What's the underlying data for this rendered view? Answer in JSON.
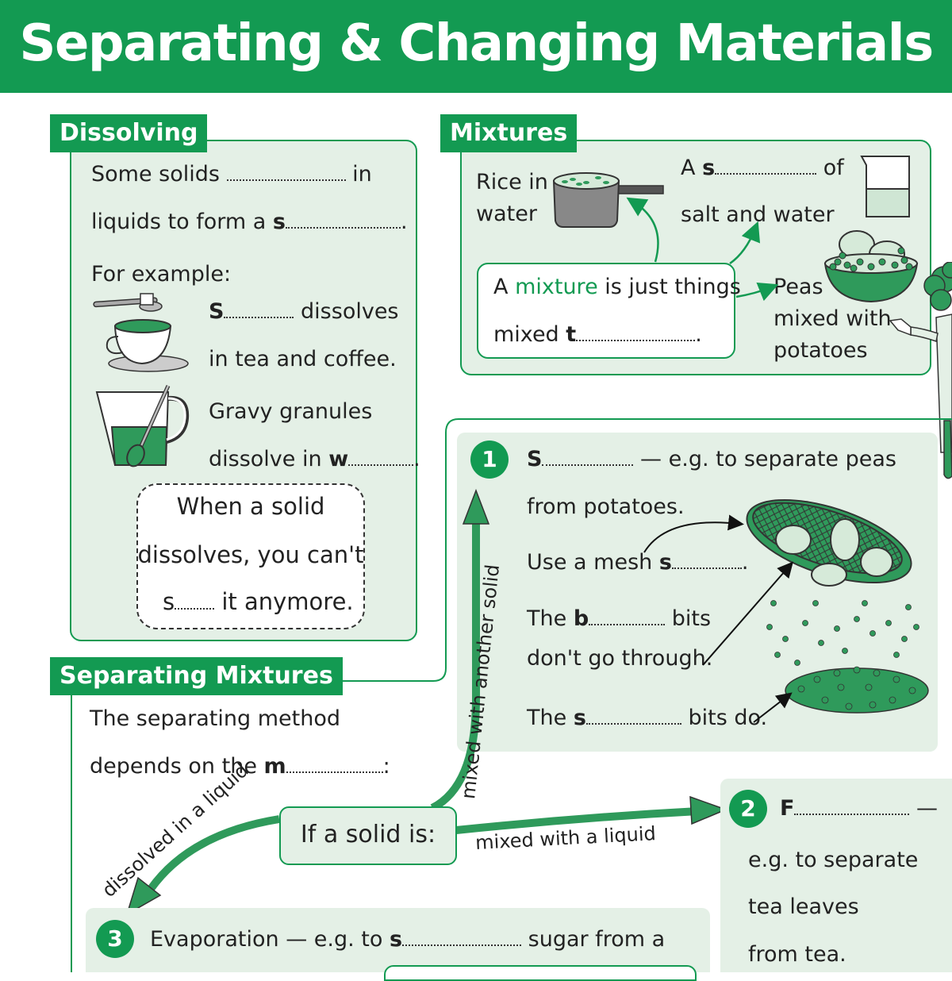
{
  "title": "Separating & Changing Materials",
  "dissolving": {
    "heading": "Dissolving",
    "line1_a": "Some solids",
    "line1_b": "in",
    "line2_a": "liquids to form a",
    "line2_s": "s",
    "line2_end": ".",
    "for_example": "For example:",
    "sugar_s": "S",
    "sugar_a": "dissolves",
    "sugar_b": "in tea and coffee.",
    "gravy_a": "Gravy granules",
    "gravy_b": "dissolve in",
    "gravy_w": "w",
    "gravy_end": ".",
    "note_1": "When a solid",
    "note_2": "dissolves, you can't",
    "note_3_s": "s",
    "note_3_b": "it anymore."
  },
  "mixtures": {
    "heading": "Mixtures",
    "rice_1": "Rice in",
    "rice_2": "water",
    "sol_a": "A",
    "sol_s": "s",
    "sol_of": "of",
    "sol_2": "salt and water",
    "def_a": "A",
    "def_word": "mixture",
    "def_b": "is just things",
    "def_2a": "mixed",
    "def_2t": "t",
    "def_2end": ".",
    "peas_1": "Peas",
    "peas_2": "mixed with",
    "peas_3": "potatoes"
  },
  "separating": {
    "heading": "Separating Mixtures",
    "intro_1": "The separating method",
    "intro_2a": "depends on the",
    "intro_2m": "m",
    "intro_2end": ":",
    "center": "If a solid is:",
    "branch_up": "mixed with another solid",
    "branch_right": "mixed with a liquid",
    "branch_left": "dissolved in a liquid",
    "m1": {
      "num": "1",
      "s": "S",
      "dash": "— e.g. to separate peas",
      "line2": "from potatoes.",
      "mesh_a": "Use a mesh",
      "mesh_s": "s",
      "mesh_end": ".",
      "big_a": "The",
      "big_b": "b",
      "big_c": "bits",
      "big_2": "don't go through.",
      "small_a": "The",
      "small_s": "s",
      "small_c": "bits do."
    },
    "m2": {
      "num": "2",
      "f": "F",
      "dash": "—",
      "l1": "e.g. to separate",
      "l2": "tea leaves",
      "l3": "from tea."
    },
    "m3": {
      "num": "3",
      "a": "Evaporation — e.g. to",
      "s": "s",
      "b": "sugar from a"
    }
  },
  "colors": {
    "brand": "#139a52",
    "panel": "#e4f0e6"
  }
}
